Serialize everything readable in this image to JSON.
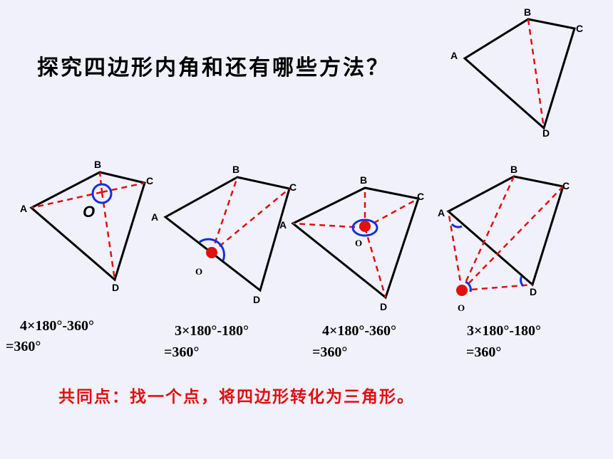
{
  "title": "探究四边形内角和还有哪些方法？",
  "colors": {
    "edge": "#000000",
    "dash": "#e01010",
    "mark": "#1530d8",
    "dot": "#e01010"
  },
  "top_figure": {
    "labels": {
      "A": "A",
      "B": "B",
      "C": "C",
      "D": "D"
    }
  },
  "figures": [
    {
      "labels": {
        "A": "A",
        "B": "B",
        "C": "C",
        "D": "D",
        "O": "O"
      },
      "formula_line1": "4×180°-360°",
      "formula_line2": "=360°"
    },
    {
      "labels": {
        "A": "A",
        "B": "B",
        "C": "C",
        "D": "D",
        "O": "O"
      },
      "formula_line1": "3×180°-180°",
      "formula_line2": "=360°"
    },
    {
      "labels": {
        "A": "A",
        "B": "B",
        "C": "C",
        "D": "D",
        "O": "O"
      },
      "formula_line1": "4×180°-360°",
      "formula_line2": "=360°"
    },
    {
      "labels": {
        "A": "A",
        "B": "B",
        "C": "C",
        "D": "D",
        "O": "O"
      },
      "formula_line1": "3×180°-180°",
      "formula_line2": "=360°"
    }
  ],
  "conclusion": "共同点：找一个点，将四边形转化为三角形。"
}
